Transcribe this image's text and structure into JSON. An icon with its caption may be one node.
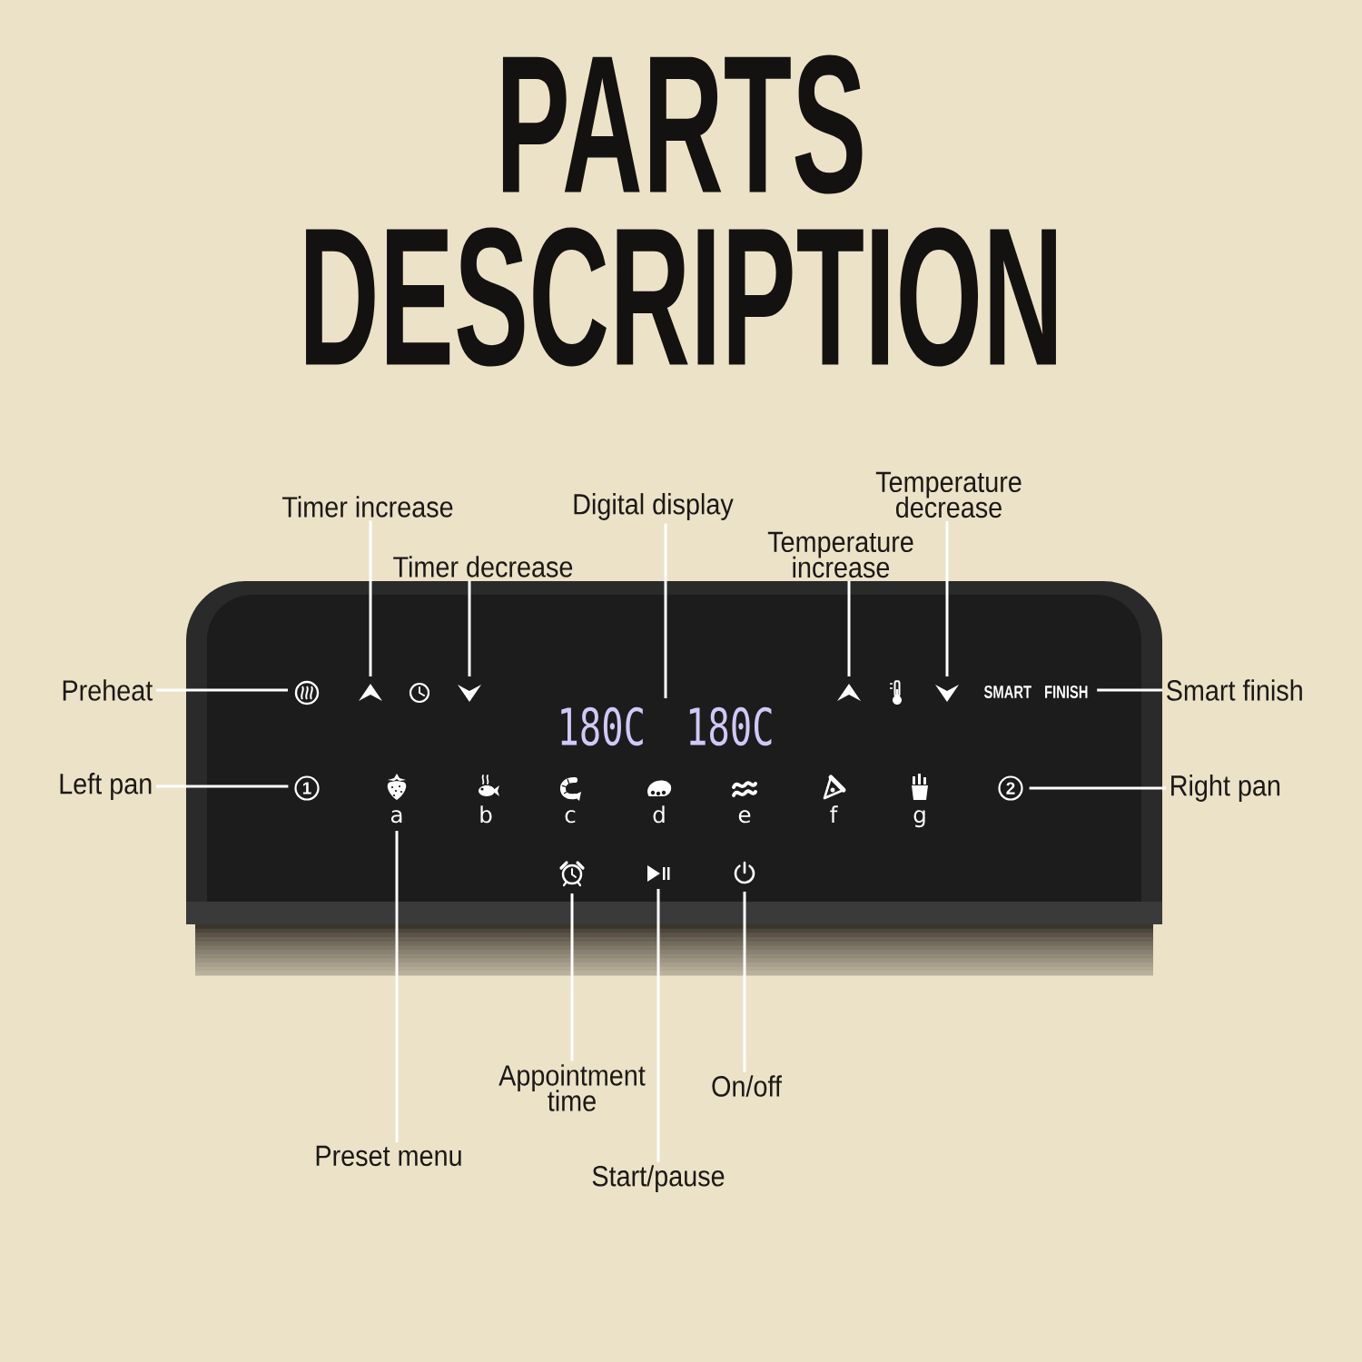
{
  "diagram": {
    "title": "PARTS DESCRIPTION",
    "nodes": [
      {
        "text": [
          "Timer increase"
        ]
      },
      {
        "text": [
          "Timer decrease"
        ]
      },
      {
        "text": [
          "Digital display"
        ]
      },
      {
        "text": [
          "Temperature increase"
        ]
      },
      {
        "text": [
          "Temperature decrease"
        ]
      },
      {
        "text": [
          "Preheat"
        ]
      },
      {
        "text": [],
        "shape": "box"
      },
      {
        "text": [],
        "shape": "picture",
        "in": 6
      },
      {
        "text": [],
        "shape": "picture",
        "in": 6
      },
      {
        "text": [],
        "shape": "picture",
        "in": 6
      },
      {
        "text": [
          "180C",
          "180C"
        ],
        "in": 6
      },
      {
        "text": [],
        "shape": "picture",
        "in": 6
      },
      {
        "text": [],
        "shape": "picture",
        "in": 6
      },
      {
        "text": [
          "SMART FINISH"
        ],
        "in": 6
      },
      {
        "text": [
          "Smart finish"
        ]
      },
      {
        "text": [
          "Left pan"
        ]
      },
      {
        "text": [
          "1"
        ],
        "in": 6
      },
      {
        "text": [
          "a"
        ],
        "in": 6
      },
      {
        "text": [
          "2"
        ],
        "in": 6
      },
      {
        "text": [
          "Right pan"
        ]
      },
      {
        "text": [],
        "shape": "picture",
        "in": 6
      },
      {
        "text": [],
        "shape": "picture",
        "in": 6
      },
      {
        "text": [],
        "shape": "picture",
        "in": 6
      },
      {
        "text": [
          "Appointment time"
        ]
      },
      {
        "text": [
          "On/off"
        ]
      },
      {
        "text": [
          "Preset menu"
        ]
      },
      {
        "text": [
          "Start/pause"
        ]
      }
    ],
    "edges": [
      {
        "from": 5,
        "to": 7,
        "arrow": "none"
      },
      {
        "from": 0,
        "to": 8,
        "arrow": "none"
      },
      {
        "from": 1,
        "to": 9,
        "arrow": "none"
      },
      {
        "from": 2,
        "to": 10,
        "arrow": "none"
      },
      {
        "from": 3,
        "to": 11,
        "arrow": "none"
      },
      {
        "from": 4,
        "to": 12,
        "arrow": "none"
      },
      {
        "from": 14,
        "to": 13,
        "arrow": "none"
      },
      {
        "from": 15,
        "to": 16,
        "arrow": "none"
      },
      {
        "from": 19,
        "to": 18,
        "arrow": "none"
      },
      {
        "from": 25,
        "to": 17,
        "arrow": "none"
      },
      {
        "from": 23,
        "to": 20,
        "arrow": "none"
      },
      {
        "from": 26,
        "to": 21,
        "arrow": "none"
      },
      {
        "from": 24,
        "to": 22,
        "arrow": "none"
      }
    ],
    "labels": [
      "b",
      "c",
      "d",
      "e",
      "f",
      "g"
    ]
  }
}
